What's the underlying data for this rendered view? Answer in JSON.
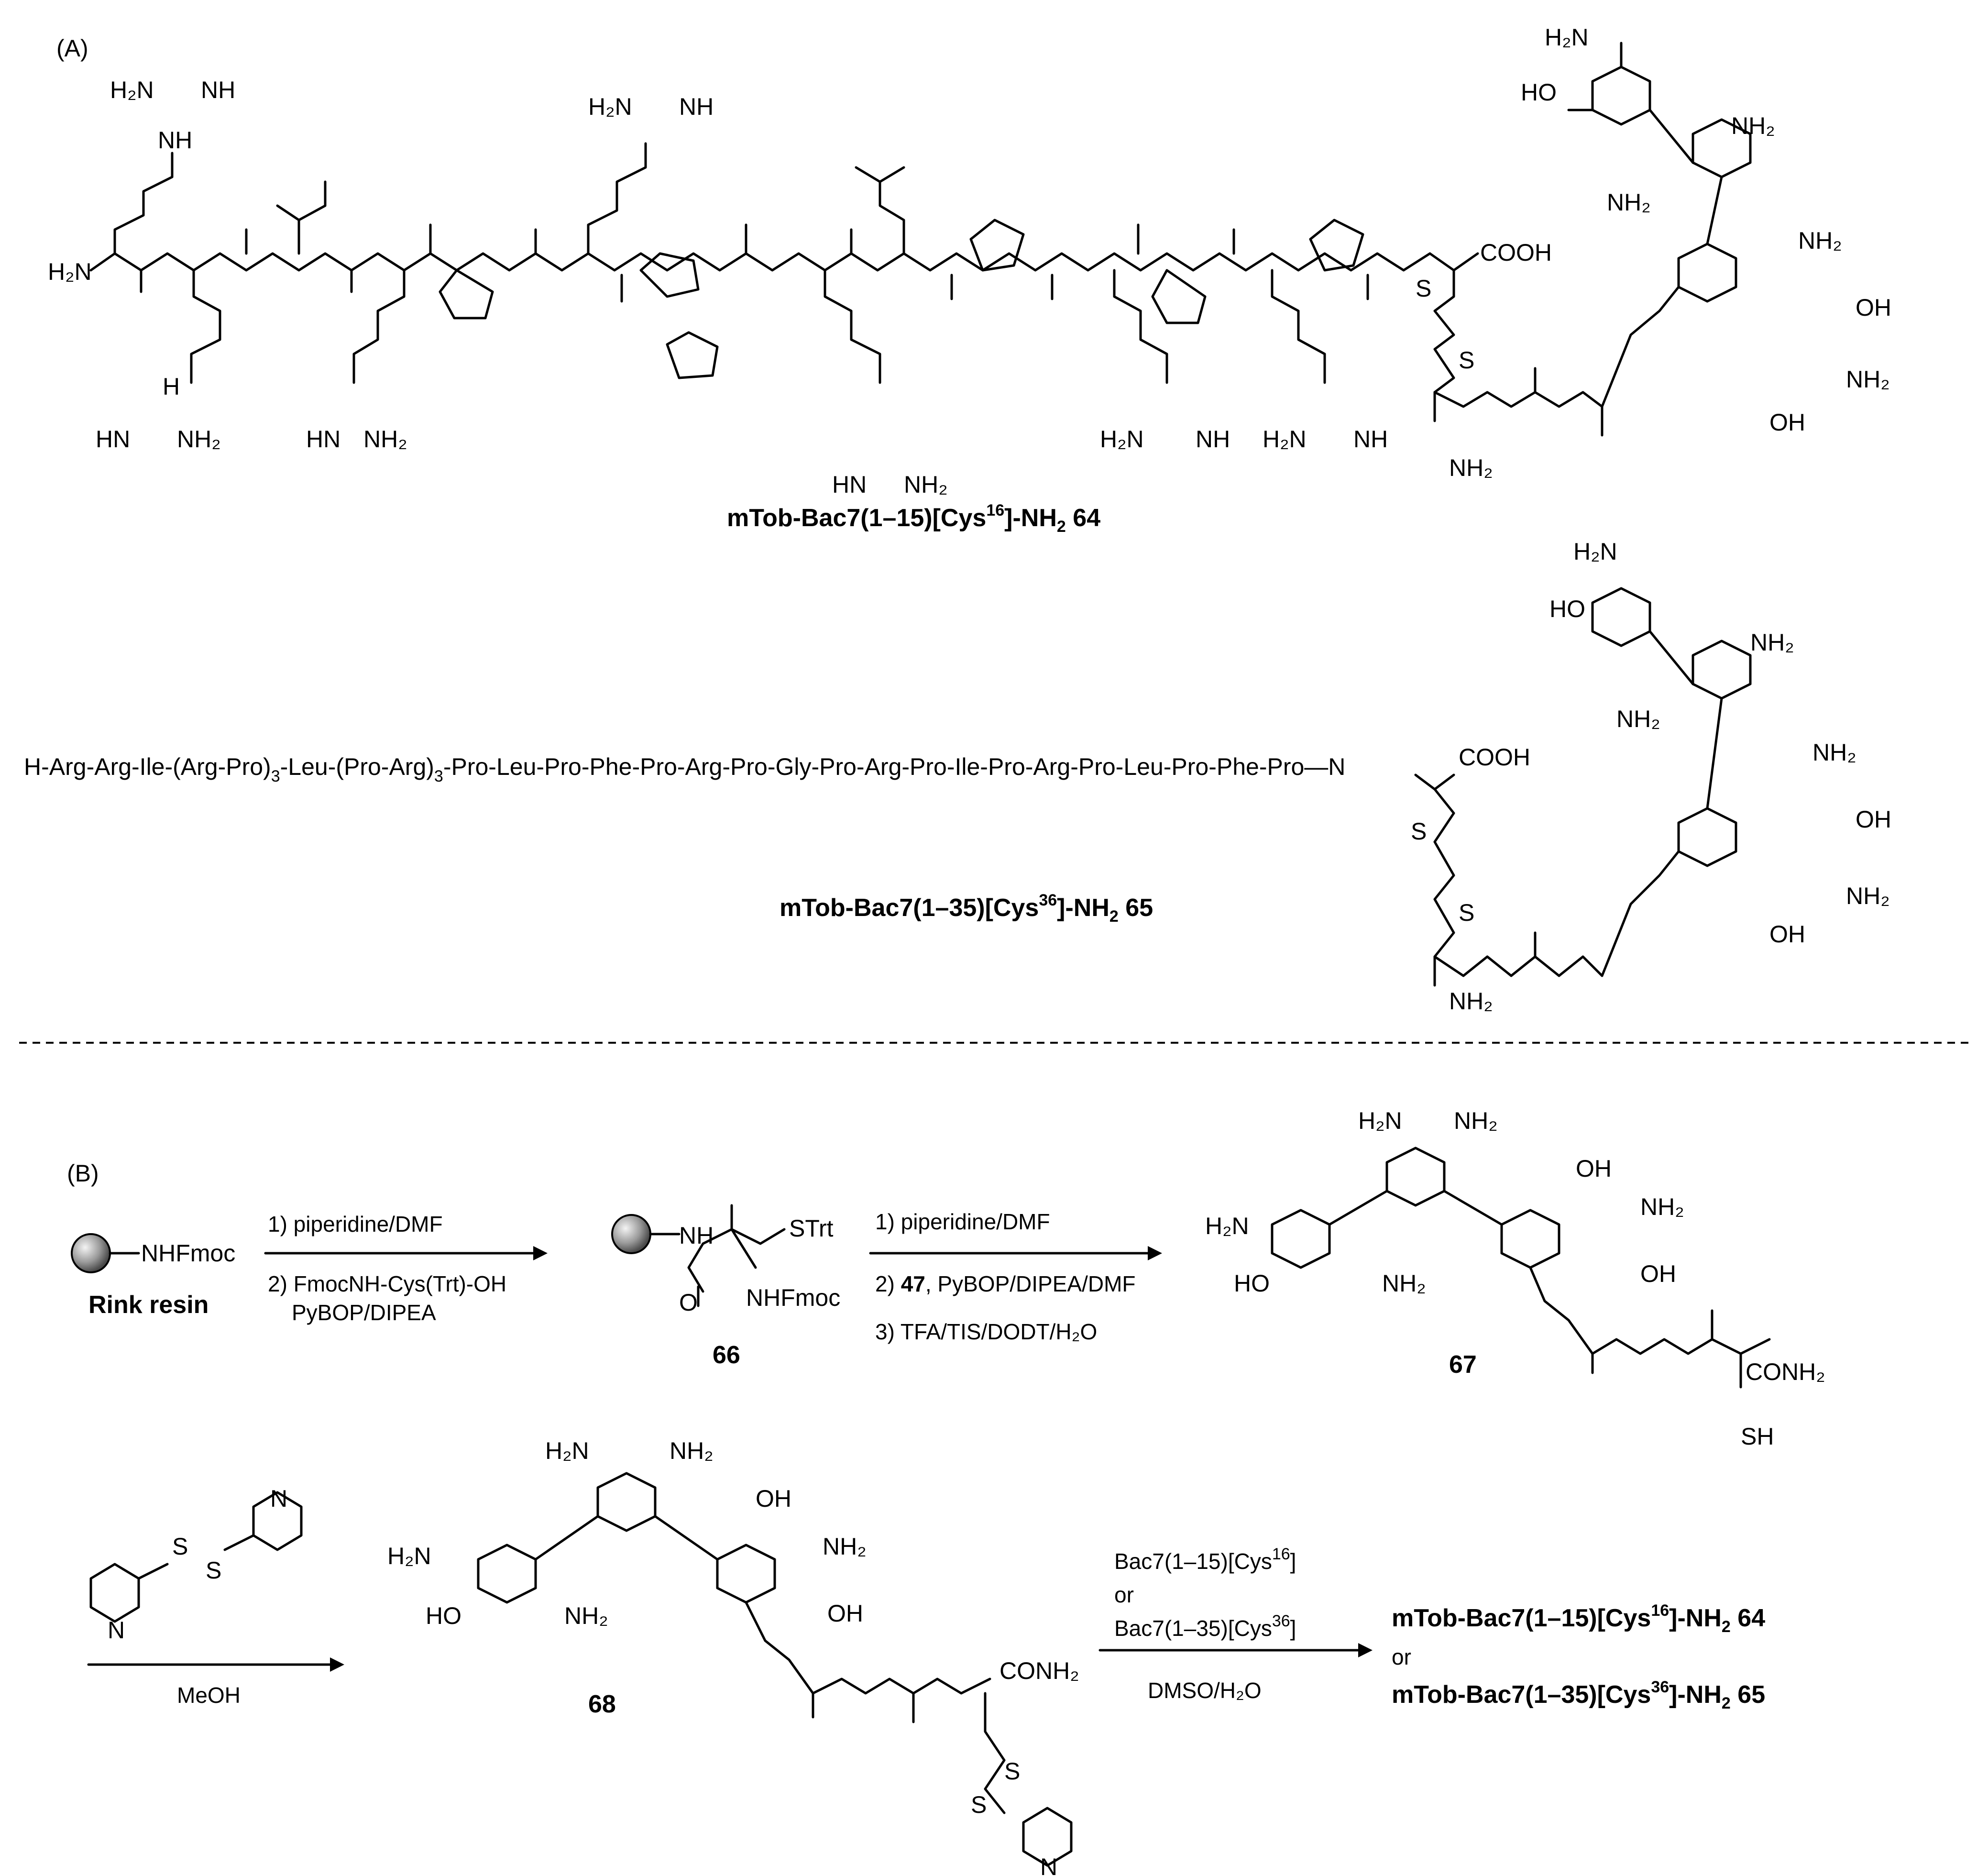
{
  "panels": {
    "a": "(A)",
    "b": "(B)"
  },
  "panel_a": {
    "compound64": {
      "label": "mTob-Bac7(1–15)[Cys",
      "sup": "16",
      "tail": "]-NH",
      "sub": "2",
      "num": " 64"
    },
    "compound65": {
      "label": "mTob-Bac7(1–35)[Cys",
      "sup": "36",
      "tail": "]-NH",
      "sub": "2",
      "num": " 65"
    },
    "sequence": {
      "p1": "H-Arg-Arg-Ile-(Arg-Pro)",
      "s1": "3",
      "p2": "-Leu-(Pro-Arg)",
      "s2": "3",
      "p3": "-Pro-Leu-Pro-Phe-Pro-Arg-Pro-Gly-Pro-Arg-Pro-Ile-Pro-Arg-Pro-Leu-Pro-Phe-Pro—",
      "n": "N"
    },
    "atoms": {
      "h2n": "H₂N",
      "nh": "NH",
      "nh2": "NH₂",
      "hn": "HN",
      "h": "H",
      "n": "N",
      "o": "O",
      "oh": "OH",
      "ho": "HO",
      "cooh": "COOH",
      "s": "S"
    }
  },
  "panel_b": {
    "rink_resin": "Rink resin",
    "nhfmoc": "NHFmoc",
    "strt": "STrt",
    "step1": {
      "c1": "1) piperidine/DMF",
      "c2": "2) FmocNH-Cys(Trt)-OH",
      "c3": "PyBOP/DIPEA"
    },
    "step2": {
      "c1": "1) piperidine/DMF",
      "c2a": "2) ",
      "c2b": "47",
      "c2c": ", PyBOP/DIPEA/DMF",
      "c3": "3) TFA/TIS/DODT/H₂O"
    },
    "step3": {
      "c1": "MeOH"
    },
    "step4": {
      "c1": "Bac7(1–15)[Cys",
      "c1sup": "16",
      "c1end": "]",
      "c2": "or",
      "c3": "Bac7(1–35)[Cys",
      "c3sup": "36",
      "c3end": "]",
      "c4": "DMSO/H₂O"
    },
    "compound_numbers": {
      "c66": "66",
      "c67": "67",
      "c68": "68"
    },
    "conh2": "CONH₂",
    "sh": "SH",
    "products": {
      "p64": "mTob-Bac7(1–15)[Cys",
      "p64sup": "16",
      "p64end": "]-NH",
      "p64sub": "2",
      "p64num": " 64",
      "or": "or",
      "p65": "mTob-Bac7(1–35)[Cys",
      "p65sup": "36",
      "p65end": "]-NH",
      "p65sub": "2",
      "p65num": " 65"
    }
  }
}
